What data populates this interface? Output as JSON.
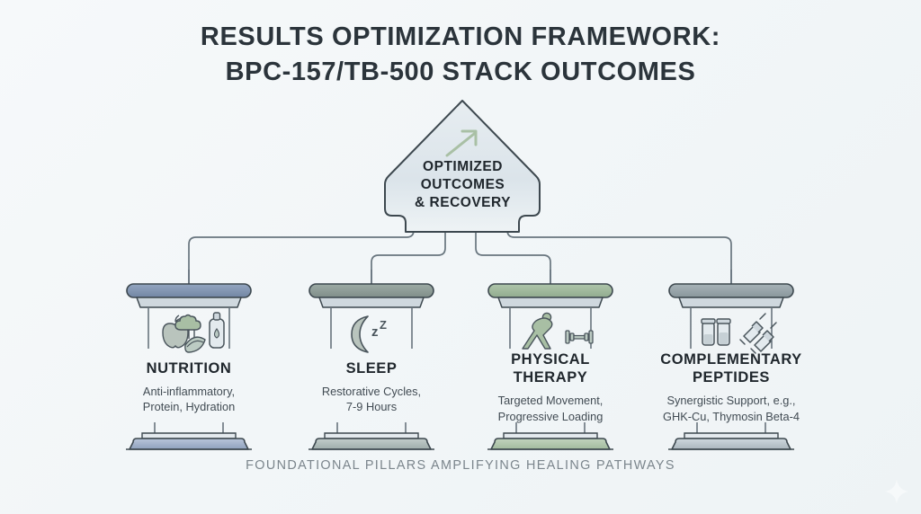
{
  "title": {
    "line1": "RESULTS OPTIMIZATION FRAMEWORK:",
    "line2": "BPC-157/TB-500 STACK OUTCOMES"
  },
  "center": {
    "name": "optimized-outcomes-arrow",
    "line1": "OPTIMIZED",
    "line2": "OUTCOMES",
    "line3": "& RECOVERY",
    "icon": "rising-arrow-icon",
    "fill": "#dfe7ec",
    "stroke": "#3d484f",
    "icon_color": "#a9c0a5"
  },
  "pillars": [
    {
      "id": "nutrition",
      "title": "NUTRITION",
      "desc": "Anti-inflammatory,\nProtein, Hydration",
      "cap_color": "#8296b4",
      "icons": [
        "apple-icon",
        "broccoli-icon",
        "watermelon-slice-icon",
        "water-bottle-icon"
      ]
    },
    {
      "id": "sleep",
      "title": "SLEEP",
      "desc": "Restorative Cycles,\n7-9 Hours",
      "cap_color": "#8e9c97",
      "icons": [
        "crescent-moon-icon",
        "zzz-icon"
      ]
    },
    {
      "id": "physical-therapy",
      "title": "PHYSICAL\nTHERAPY",
      "desc": "Targeted Movement,\nProgressive Loading",
      "cap_color": "#9fb79c",
      "icons": [
        "stretching-person-icon",
        "dumbbell-icon"
      ]
    },
    {
      "id": "complementary-peptides",
      "title": "COMPLEMENTARY\nPEPTIDES",
      "desc": "Synergistic Support, e.g.,\nGHK-Cu, Thymosin Beta-4",
      "cap_color": "#97a3a8",
      "icons": [
        "vial-icon",
        "vial-icon",
        "syringe-icon",
        "syringe-icon"
      ]
    }
  ],
  "footer": {
    "caption": "FOUNDATIONAL PILLARS AMPLIFYING HEALING PATHWAYS"
  },
  "palette": {
    "background": "#f4f7f8",
    "line": "#5d6b74",
    "text_dark": "#20272d",
    "text_muted": "#7b858c",
    "pedestal_fill": "#aeb9c0",
    "pedestal_top": "#e4eaee"
  }
}
